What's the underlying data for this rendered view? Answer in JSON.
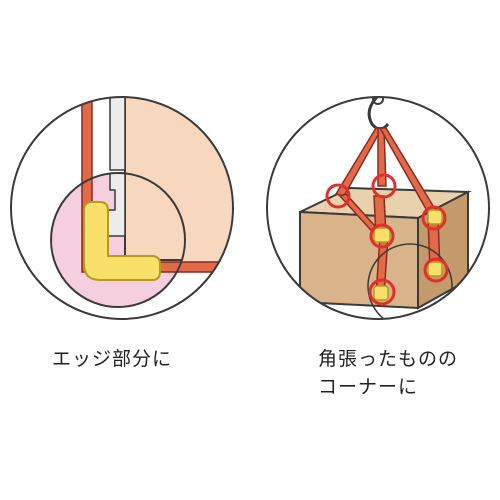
{
  "captions": {
    "left": "エッジ部分に",
    "right_line1": "角張ったものの",
    "right_line2": "コーナーに"
  },
  "colors": {
    "outline": "#3a3a3a",
    "wall": "#f7d7bd",
    "pink_zoom": "#f5cfe0",
    "protector": "#f8e06a",
    "protector_edge": "#b89a1e",
    "sling": "#e06a4a",
    "sling_edge": "#8c2b1c",
    "box_front": "#d9b48a",
    "box_top": "#ead1ad",
    "box_side": "#c49a6c",
    "highlight_ring": "#e0302c",
    "background": "#ffffff"
  }
}
